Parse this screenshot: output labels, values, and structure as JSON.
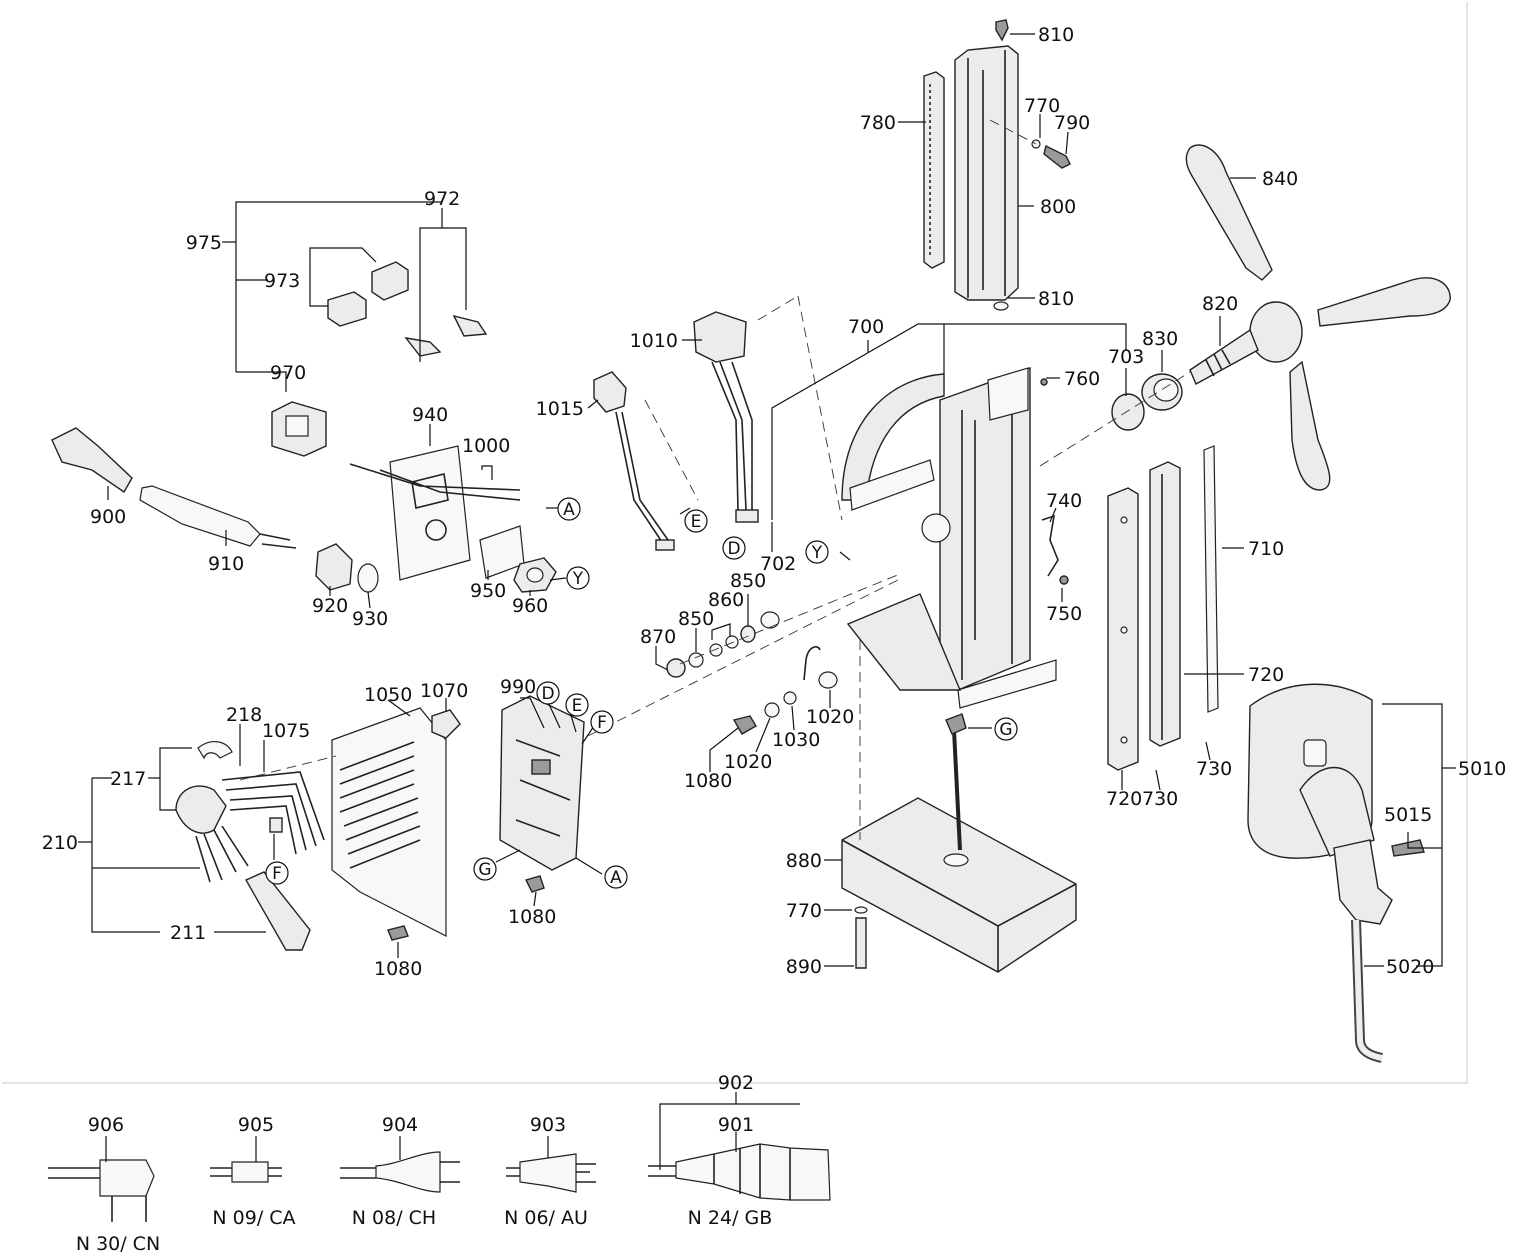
{
  "callouts": {
    "p810a": "810",
    "p810b": "810",
    "p770a": "770",
    "p790": "790",
    "p780": "780",
    "p800": "800",
    "p840": "840",
    "p820": "820",
    "p830": "830",
    "p703": "703",
    "p700": "700",
    "p760": "760",
    "p972": "972",
    "p975": "975",
    "p973": "973",
    "p970": "970",
    "p1010": "1010",
    "p1015": "1015",
    "p940": "940",
    "p1000": "1000",
    "p900": "900",
    "p910": "910",
    "p920": "920",
    "p930": "930",
    "p950": "950",
    "p960": "960",
    "p702": "702",
    "p850a": "850",
    "p850b": "850",
    "p860": "860",
    "p870": "870",
    "p740": "740",
    "p750": "750",
    "p710": "710",
    "p720a": "720",
    "p720b": "720",
    "p730a": "730",
    "p730b": "730",
    "p1020a": "1020",
    "p1020b": "1020",
    "p1030": "1030",
    "p1080a": "1080",
    "p1080b": "1080",
    "p1080c": "1080",
    "p990": "990",
    "p1050": "1050",
    "p1070": "1070",
    "p218": "218",
    "p1075": "1075",
    "p217": "217",
    "p210": "210",
    "p211": "211",
    "p880": "880",
    "p770b": "770",
    "p890": "890",
    "p5010": "5010",
    "p5015": "5015",
    "p5020": "5020",
    "p906": "906",
    "p905": "905",
    "p904": "904",
    "p903": "903",
    "p902": "902",
    "p901": "901"
  },
  "connector_letters": {
    "A1": "A",
    "A2": "A",
    "D1": "D",
    "D2": "D",
    "E1": "E",
    "E2": "E",
    "F1": "F",
    "F2": "F",
    "G1": "G",
    "G2": "G",
    "Y1": "Y",
    "Y2": "Y"
  },
  "plug_variants": {
    "cn": "N 30/ CN",
    "ca": "N 09/ CA",
    "ch": "N 08/ CH",
    "au": "N 06/ AU",
    "gb": "N 24/ GB"
  }
}
